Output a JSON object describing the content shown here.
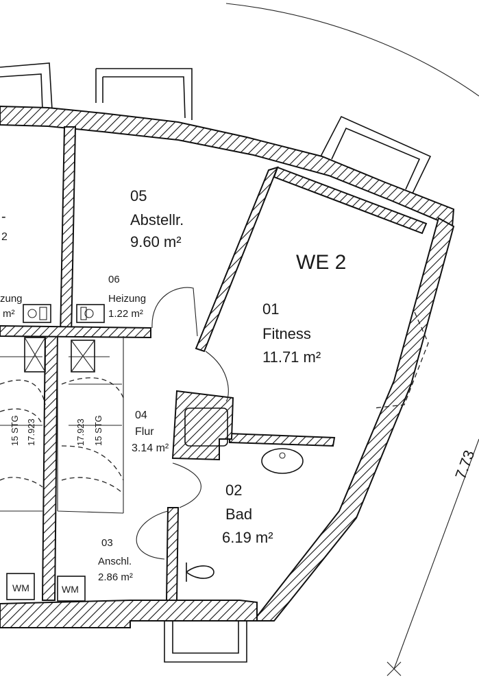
{
  "unit": {
    "label": "WE 2"
  },
  "rooms": [
    {
      "number": "05",
      "name": "Abstellr.",
      "area": "9.60 m²"
    },
    {
      "number": "06",
      "name": "Heizung",
      "area": "1.22 m²"
    },
    {
      "number": "01",
      "name": "Fitness",
      "area": "11.71 m²"
    },
    {
      "number": "04",
      "name": "Flur",
      "area": "3.14 m²"
    },
    {
      "number": "02",
      "name": "Bad",
      "area": "6.19 m²"
    },
    {
      "number": "03",
      "name": "Anschl.",
      "area": "2.86 m²"
    }
  ],
  "partial_rooms": {
    "left_heizung_name": "zung",
    "left_heizung_area": "m²",
    "left_room_char_a": "-",
    "left_room_char_b": "2"
  },
  "stairs": [
    {
      "steps": "15 STG",
      "dim": "17.923"
    },
    {
      "steps": "15 STG",
      "dim": "17.923"
    }
  ],
  "appliances": {
    "wm_left": "WM",
    "wm_right": "WM"
  },
  "dimension": {
    "value": "7.73"
  }
}
